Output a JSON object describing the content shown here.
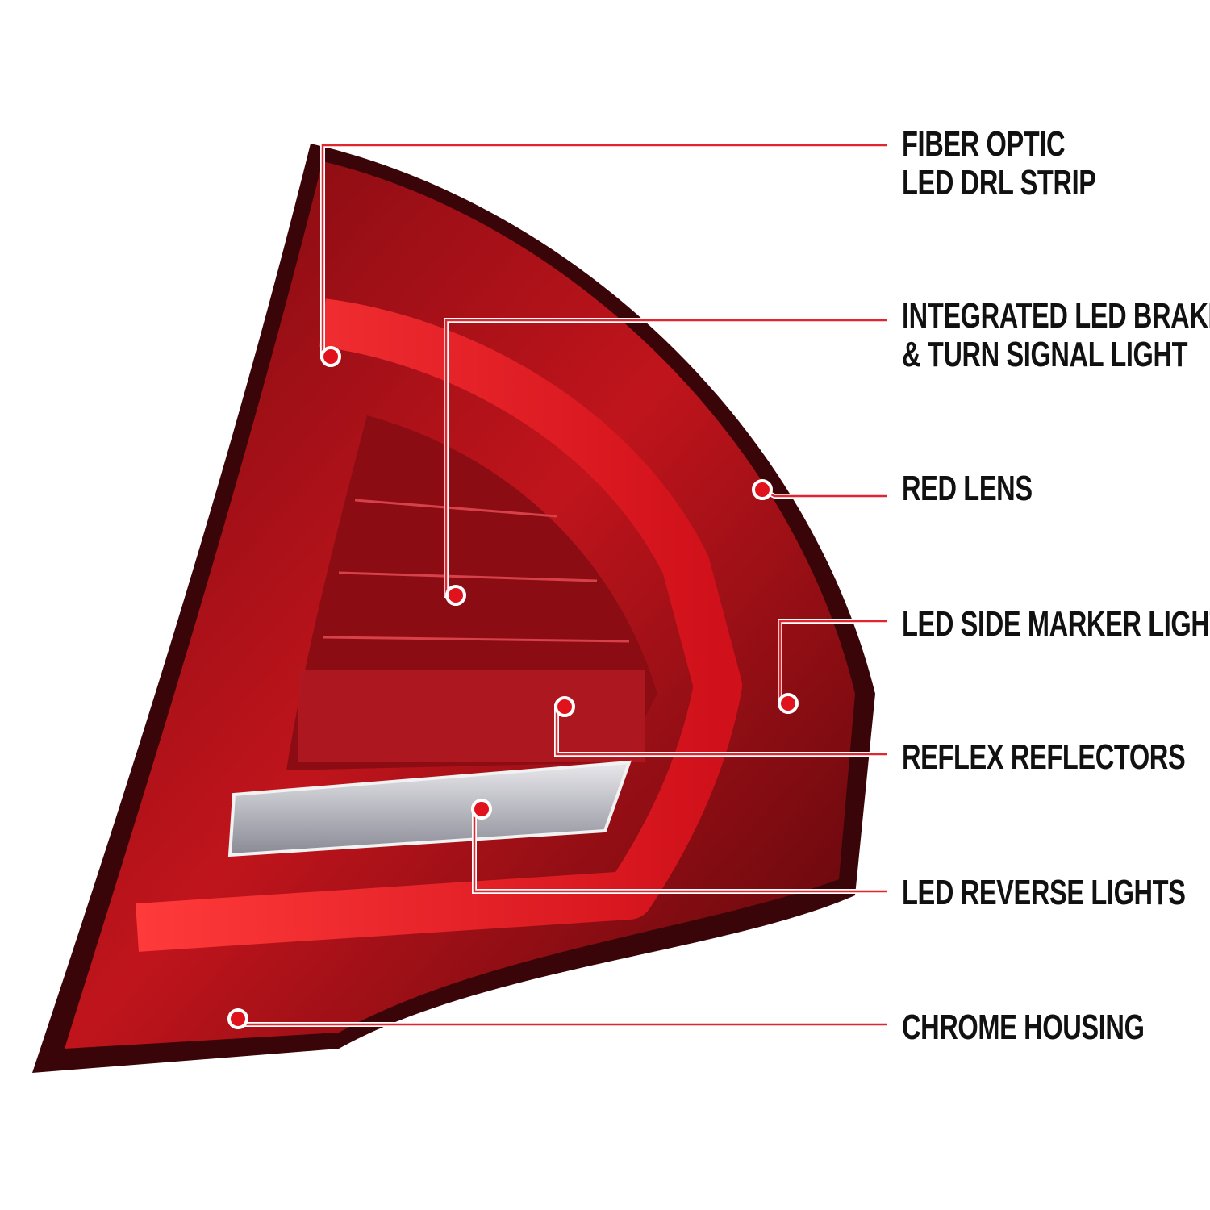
{
  "colors": {
    "accent": "#e0262e",
    "lens": "#c8101a",
    "housing": "#3a0508"
  },
  "callouts": [
    {
      "line1": "FIBER OPTIC",
      "line2": "LED DRL STRIP"
    },
    {
      "line1": "INTEGRATED LED BRAKE",
      "line2": "& TURN SIGNAL LIGHT"
    },
    {
      "line1": "RED LENS"
    },
    {
      "line1": "LED SIDE MARKER LIGHT"
    },
    {
      "line1": "REFLEX REFLECTORS"
    },
    {
      "line1": "LED REVERSE LIGHTS"
    },
    {
      "line1": "CHROME HOUSING"
    }
  ]
}
